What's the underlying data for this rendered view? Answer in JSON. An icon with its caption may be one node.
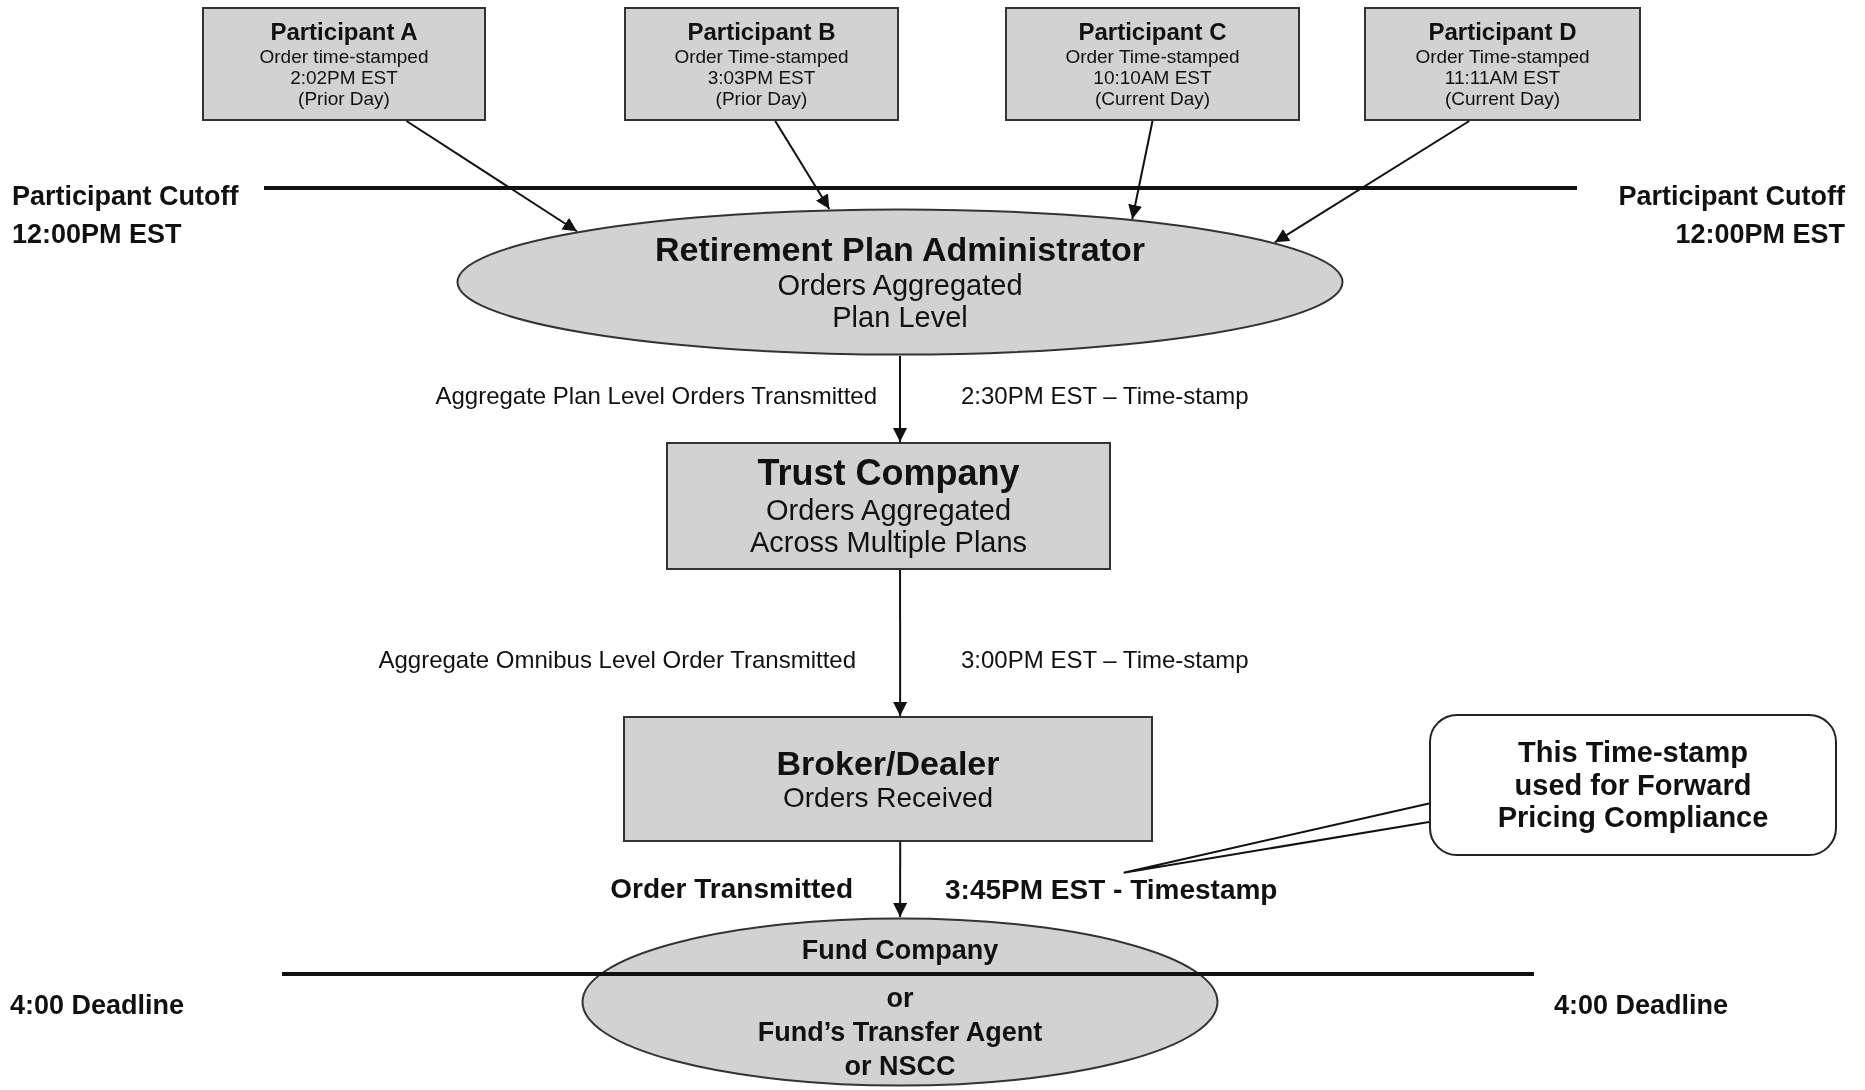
{
  "diagram": {
    "nodes": [
      {
        "text": [
          "Participant A",
          "Order time-stamped",
          "2:02PM EST",
          "(Prior Day)"
        ]
      },
      {
        "text": [
          "Participant B",
          "Order Time-stamped",
          "3:03PM EST",
          "(Prior Day)"
        ]
      },
      {
        "text": [
          "Participant C",
          "Order Time-stamped",
          "10:10AM EST",
          "(Current Day)"
        ]
      },
      {
        "text": [
          "Participant D",
          "Order Time-stamped",
          "11:11AM EST",
          "(Current Day)"
        ]
      },
      {
        "text": [
          "Retirement Plan Administrator",
          "Orders Aggregated Plan Level"
        ]
      },
      {
        "text": [
          "Trust Company",
          "Orders Aggregated Across Multiple Plans"
        ]
      },
      {
        "text": [
          "Broker/Dealer",
          "Orders Received"
        ]
      },
      {
        "text": [
          "Fund Company",
          "or",
          "Fund’s Transfer Agent",
          "or NSCC"
        ]
      },
      {
        "text": [
          "This Time-stamp used for Forward Pricing Compliance"
        ]
      },
      {
        "text": [
          "3:45PM EST - Timestamp"
        ]
      }
    ],
    "edges": [
      {
        "from": 0,
        "to": 4,
        "arrow": "to"
      },
      {
        "from": 1,
        "to": 4,
        "arrow": "to"
      },
      {
        "from": 2,
        "to": 4,
        "arrow": "to"
      },
      {
        "from": 3,
        "to": 4,
        "arrow": "to"
      },
      {
        "from": 4,
        "to": 5,
        "arrow": "to",
        "label": "Aggregate Plan Level Orders Transmitted"
      },
      {
        "from": 5,
        "to": 6,
        "arrow": "to",
        "label": "Aggregate Omnibus Level Order Transmitted"
      },
      {
        "from": 6,
        "to": 7,
        "arrow": "to",
        "label": "Order Transmitted"
      },
      {
        "from": 8,
        "to": 9,
        "arrow": "none"
      }
    ],
    "labels": [
      "Participant Cutoff 12:00PM EST",
      "Participant Cutoff 12:00PM EST",
      "2:30PM EST – Time-stamp",
      "3:00PM EST – Time-stamp",
      "4:00 Deadline",
      "4:00 Deadline"
    ]
  }
}
